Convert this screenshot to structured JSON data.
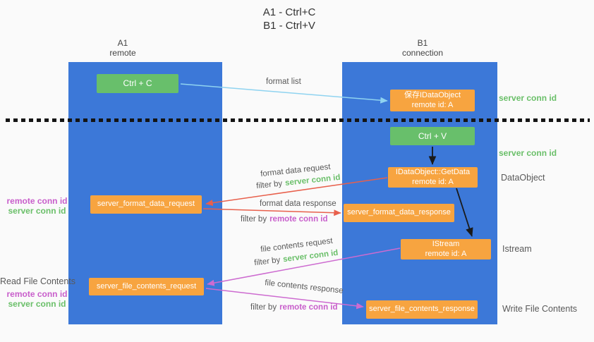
{
  "title": {
    "line1": "A1 - Ctrl+C",
    "line2": "B1 - Ctrl+V"
  },
  "lanes": {
    "left": {
      "name": "A1",
      "role": "remote"
    },
    "right": {
      "name": "B1",
      "role": "connection"
    }
  },
  "boxes": {
    "ctrl_c": {
      "label": "Ctrl + C"
    },
    "save_idataobject": {
      "line1": "保存IDataObject",
      "line2": "remote id: A"
    },
    "ctrl_v": {
      "label": "Ctrl + V"
    },
    "getdata": {
      "line1": "IDataObject::GetData",
      "line2": "remote id: A"
    },
    "format_request": {
      "label": "server_format_data_request"
    },
    "format_response": {
      "label": "server_format_data_response"
    },
    "istream": {
      "line1": "IStream",
      "line2": "remote id: A"
    },
    "file_request": {
      "label": "server_file_contents_request"
    },
    "file_response": {
      "label": "server_file_contents_response"
    }
  },
  "arrow_labels": {
    "format_list": "format list",
    "format_data_request": "format data request",
    "format_data_response": "format data response",
    "file_contents_request": "file contents request",
    "file_contents_response": "file contents response",
    "filter_by": "filter by",
    "server_conn_id": "server conn id",
    "remote_conn_id": "remote conn id"
  },
  "annotations": {
    "server_conn_id_top": "server conn id",
    "server_conn_id_mid": "server conn id",
    "dataobject": "DataObject",
    "istream": "Istream",
    "read_file_contents": "Read File Contents",
    "write_file_contents": "Write File Contents",
    "remote_conn_id_1": "remote conn id",
    "server_conn_id_1": "server conn id",
    "remote_conn_id_2": "remote conn id",
    "server_conn_id_2": "server conn id"
  },
  "colors": {
    "lane_blue": "#3c78d8",
    "box_green": "#68bf6b",
    "box_orange": "#f7a440",
    "arrow_blue": "#8fd3f0",
    "arrow_red": "#e8604c",
    "arrow_magenta": "#cd6bd0",
    "arrow_black": "#1a1a1a",
    "text_green": "#6abf69",
    "text_magenta": "#c85ecb",
    "text_gray": "#595959"
  }
}
